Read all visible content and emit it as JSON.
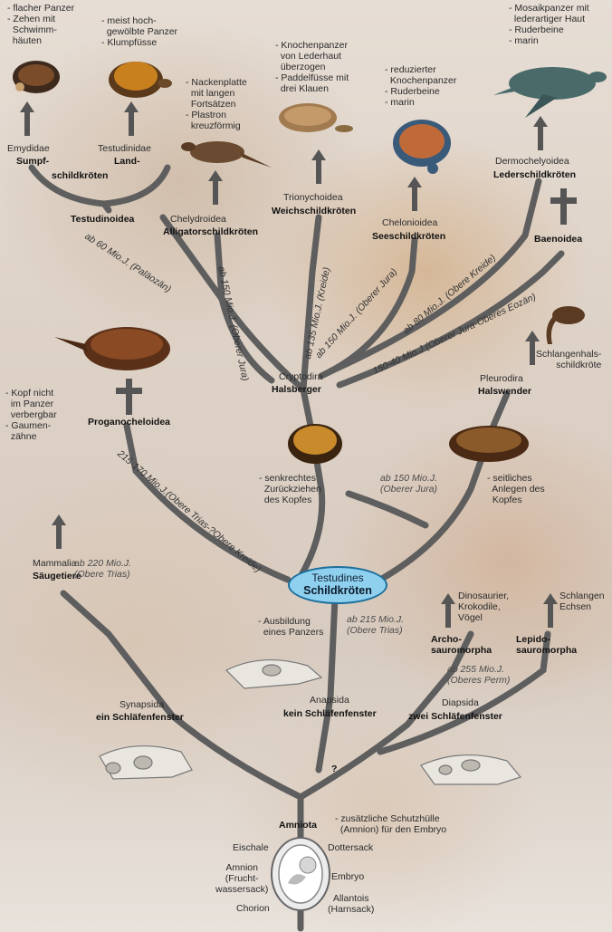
{
  "center": {
    "line1": "Testudines",
    "line2": "Schildkröten"
  },
  "colors": {
    "branch": "#5e5e5e",
    "oval_fill": "#8fd0ef",
    "oval_border": "#1d6f9c",
    "cross": "#555555"
  },
  "top_notes": {
    "emydidae": "- flacher Panzer\n- Zehen mit\n  Schwimm-\n  häuten",
    "testudinidae": "- meist hoch-\n  gewölbte Panzer\n- Klumpfüsse",
    "chelydroidea": "- Nackenplatte\n  mit langen\n  Fortsätzen\n- Plastron\n  kreuzförmig",
    "trionychoidea": "- Knochenpanzer\n  von Lederhaut\n  überzogen\n- Paddelfüsse mit\n  drei Klauen",
    "chelonioidea": "- reduzierter\n  Knochenpanzer\n- Ruderbeine\n- marin",
    "dermochelyoidea": "- Mosaikpanzer mit\n  lederartiger Haut\n- Ruderbeine\n- marin"
  },
  "groups": {
    "emydidae": {
      "latin": "Emydidae",
      "german_a": "Sumpf-",
      "german_b": "schildkröten"
    },
    "testudinidae": {
      "latin": "Testudinidae",
      "german": "Land-"
    },
    "testudinoidea": "Testudinoidea",
    "chelydroidea": {
      "latin": "Chelydroidea",
      "german": "Alligatorschildkröten"
    },
    "trionychoidea": {
      "latin": "Trionychoidea",
      "german": "Weichschildkröten"
    },
    "chelonioidea": {
      "latin": "Chelonioidea",
      "german": "Seeschildkröten"
    },
    "dermochelyoidea": {
      "latin": "Dermochelyoidea",
      "german": "Lederschildkröten"
    },
    "baenoidea": "Baenoidea",
    "cryptodira": {
      "latin": "Cryptodira",
      "german": "Halsberger"
    },
    "pleurodira": {
      "latin": "Pleurodira",
      "german": "Halswender"
    },
    "schlangenhals": "Schlangenhals-\nschildkröte",
    "proganocheloidea": "Proganocheloidea",
    "mammalia": {
      "latin": "Mammalia",
      "german": "Säugetiere"
    },
    "archosauromorpha": "Archo-\nsauromorpha",
    "lepidosauromorpha": "Lepido-\nsauromorpha",
    "synapsida": {
      "latin": "Synapsida",
      "german": "ein Schläfenfenster"
    },
    "anapsida": {
      "latin": "Anapsida",
      "german": "kein Schläfenfenster"
    },
    "diapsida": {
      "latin": "Diapsida",
      "german": "zwei Schläfenfenster"
    },
    "amniota": "Amniota"
  },
  "notes": {
    "progano": "- Kopf nicht\n  im Panzer\n  verbergbar\n- Gaumen-\n  zähne",
    "crypto_trait": "- senkrechtes\n  Zurückziehen\n  des Kopfes",
    "pleuro_trait": "- seitliches\n  Anlegen des\n  Kopfes",
    "panzer": "- Ausbildung\n  eines Panzers",
    "archo": "Dinosaurier,\nKrokodile,\nVögel",
    "lepido": "Schlangen\nEchsen",
    "amniota": "- zusätzliche Schutzhülle\n  (Amnion) für den Embryo",
    "question": "?"
  },
  "ages": {
    "testudinoidea": "ab 60 Mio.J. (Paläozän)",
    "chelydroidea": "ab 150 Mio.J. (Oberer Jura)",
    "trionychoidea": "ab 135 Mio.J. (Kreide)",
    "chelonioidea": "ab 150 Mio.J. (Oberer Jura)",
    "dermochelyoidea": "ab 80 Mio.J. (Obere Kreide)",
    "baenoidea": "150-40 Mio.J (Oberer Jura-Oberes Eozän)",
    "progano": "215-170 Mio.J.(Obere Trias-?Obere Kreide)",
    "split": "ab 150 Mio.J.\n(Oberer Jura)",
    "mammalia": "ab 220 Mio.J.\n(Obere Trias)",
    "testudines": "ab 215 Mio.J.\n(Obere Trias)",
    "diapsida": "ab 255 Mio.J.\n(Oberes Perm)"
  },
  "egg": {
    "eischale": "Eischale",
    "dottersack": "Dottersack",
    "amnion": "Amnion\n(Frucht-\nwassersack)",
    "embryo": "Embryo",
    "chorion": "Chorion",
    "allantois": "Allantois\n(Harnsack)"
  }
}
